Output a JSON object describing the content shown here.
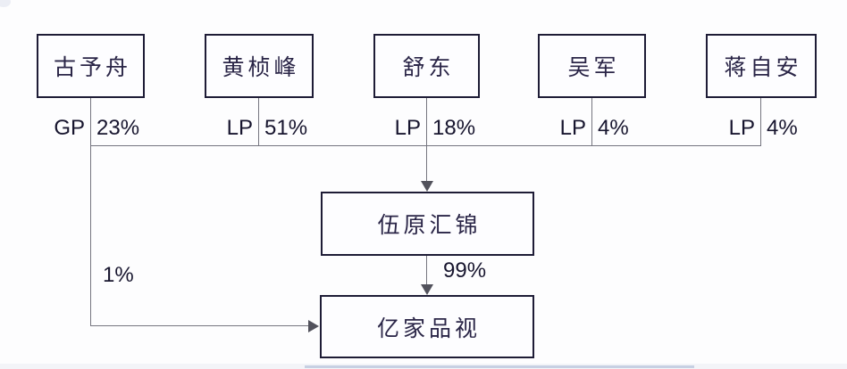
{
  "diagram_title": "ownership-structure",
  "partners": [
    {
      "name": "古予舟",
      "role": "GP",
      "pct": "23%"
    },
    {
      "name": "黄桢峰",
      "role": "LP",
      "pct": "51%"
    },
    {
      "name": "舒东",
      "role": "LP",
      "pct": "18%"
    },
    {
      "name": "吴军",
      "role": "LP",
      "pct": "4%"
    },
    {
      "name": "蒋自安",
      "role": "LP",
      "pct": "4%"
    }
  ],
  "fund": {
    "name": "伍原汇锦",
    "to_company_pct": "99%"
  },
  "company": {
    "name": "亿家品视"
  },
  "gp_direct_pct": "1%",
  "colors": {
    "box_border": "#1e1c36",
    "box_text": "#2a2547",
    "label_text": "#17152e",
    "line": "#75757f",
    "arrowhead": "#52525c",
    "background": "#fdfdfe",
    "bottom_strip": "#c7d0e3"
  }
}
